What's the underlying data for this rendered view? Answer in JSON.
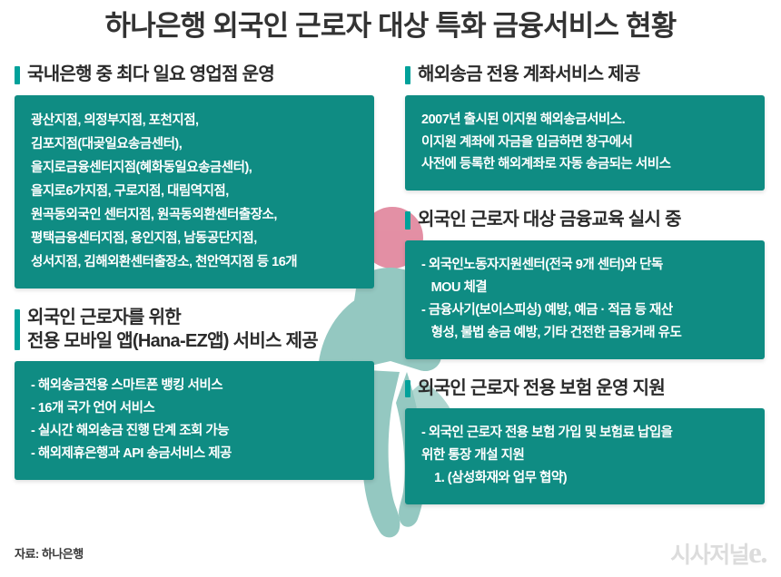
{
  "title": "하나은행 외국인 근로자 대상 특화 금융서비스 현황",
  "colors": {
    "panel_teal": "#0F8C83",
    "accent_bar_teal": "#00A19A",
    "watermark_teal": "#8FC6BE",
    "watermark_pink": "#E28AA0",
    "title_text": "#333333",
    "panel_text": "#FFFFFF",
    "logo_gray": "#DCDCDC"
  },
  "left_column": {
    "sections": [
      {
        "heading": "국내은행 중 최다 일요 영업점 운영",
        "body": "광산지점, 의정부지점, 포천지점,\n김포지점(대곶일요송금센터),\n을지로금융센터지점(혜화동일요송금센터),\n을지로6가지점, 구로지점, 대림역지점,\n원곡동외국인 센터지점, 원곡동외환센터출장소,\n평택금융센터지점, 용인지점, 남동공단지점,\n성서지점, 김해외환센터출장소, 천안역지점 등 16개"
      },
      {
        "heading": "외국인 근로자를 위한\n전용 모바일 앱(Hana-EZ앱) 서비스 제공",
        "body": "- 해외송금전용 스마트폰 뱅킹 서비스\n- 16개 국가 언어 서비스\n- 실시간 해외송금 진행 단계 조회 가능\n- 해외제휴은행과 API 송금서비스 제공"
      }
    ]
  },
  "right_column": {
    "sections": [
      {
        "heading": "해외송금 전용 계좌서비스 제공",
        "body": "2007년 출시된 이지원 해외송금서비스.\n이지원 계좌에 자금을 입금하면 창구에서\n사전에 등록한 해외계좌로 자동 송금되는 서비스"
      },
      {
        "heading": "외국인 근로자 대상 금융교육 실시 중",
        "body": "- 외국인노동자지원센터(전국 9개 센터)와 단독\n   MOU 체결\n- 금융사기(보이스피싱) 예방, 예금 · 적금 등 재산\n   형성, 불법 송금 예방, 기타 건전한 금융거래 유도"
      },
      {
        "heading": "외국인 근로자 전용 보험 운영 지원",
        "body": "- 외국인 근로자 전용 보험 가입 및 보험료 납입을\n위한 통장 개설 지원\n    1. (삼성화재와 업무 협약)"
      }
    ]
  },
  "footer": {
    "source": "자료: 하나은행",
    "logo_text": "시사저널",
    "logo_mark": "e."
  }
}
